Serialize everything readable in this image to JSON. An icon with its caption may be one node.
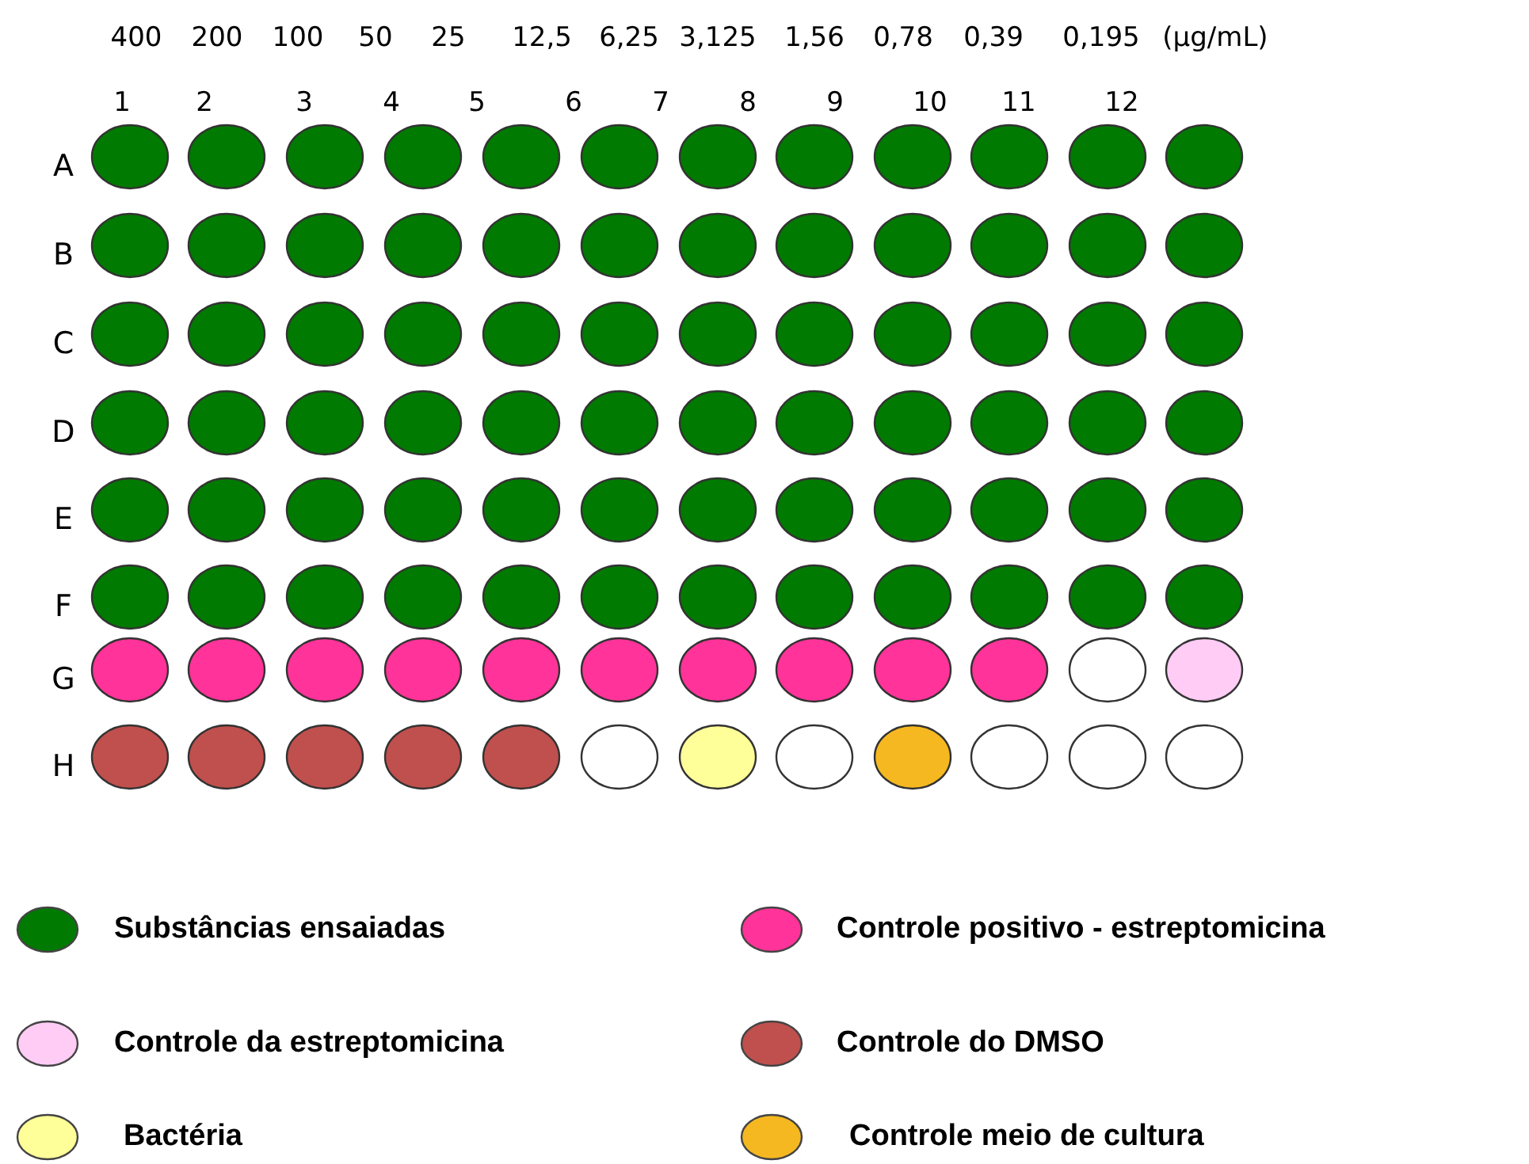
{
  "diagram": {
    "labels": [
      "400",
      "200",
      "100",
      "50",
      "25",
      "12,5",
      "6,25",
      "3,125",
      "1,56",
      "0,78",
      "0,39",
      "0,195",
      "(μg/mL)",
      "1",
      "2",
      "3",
      "4",
      "5",
      "6",
      "7",
      "8",
      "9",
      "10",
      "11",
      "12",
      "A",
      "B",
      "C",
      "D",
      "E",
      "F",
      "G",
      "H"
    ],
    "legend": [
      {
        "text": "Substâncias ensaiadas",
        "color": "#007a00"
      },
      {
        "text": "Controle positivo - estreptomicina",
        "color": "#ff3399"
      },
      {
        "text": "Controle da estreptomicina",
        "color": "#ffccf5"
      },
      {
        "text": "Controle do DMSO",
        "color": "#c0504d"
      },
      {
        "text": "Bactéria",
        "color": "#ffff99"
      },
      {
        "text": "Controle meio de cultura",
        "color": "#f5b820"
      }
    ]
  }
}
